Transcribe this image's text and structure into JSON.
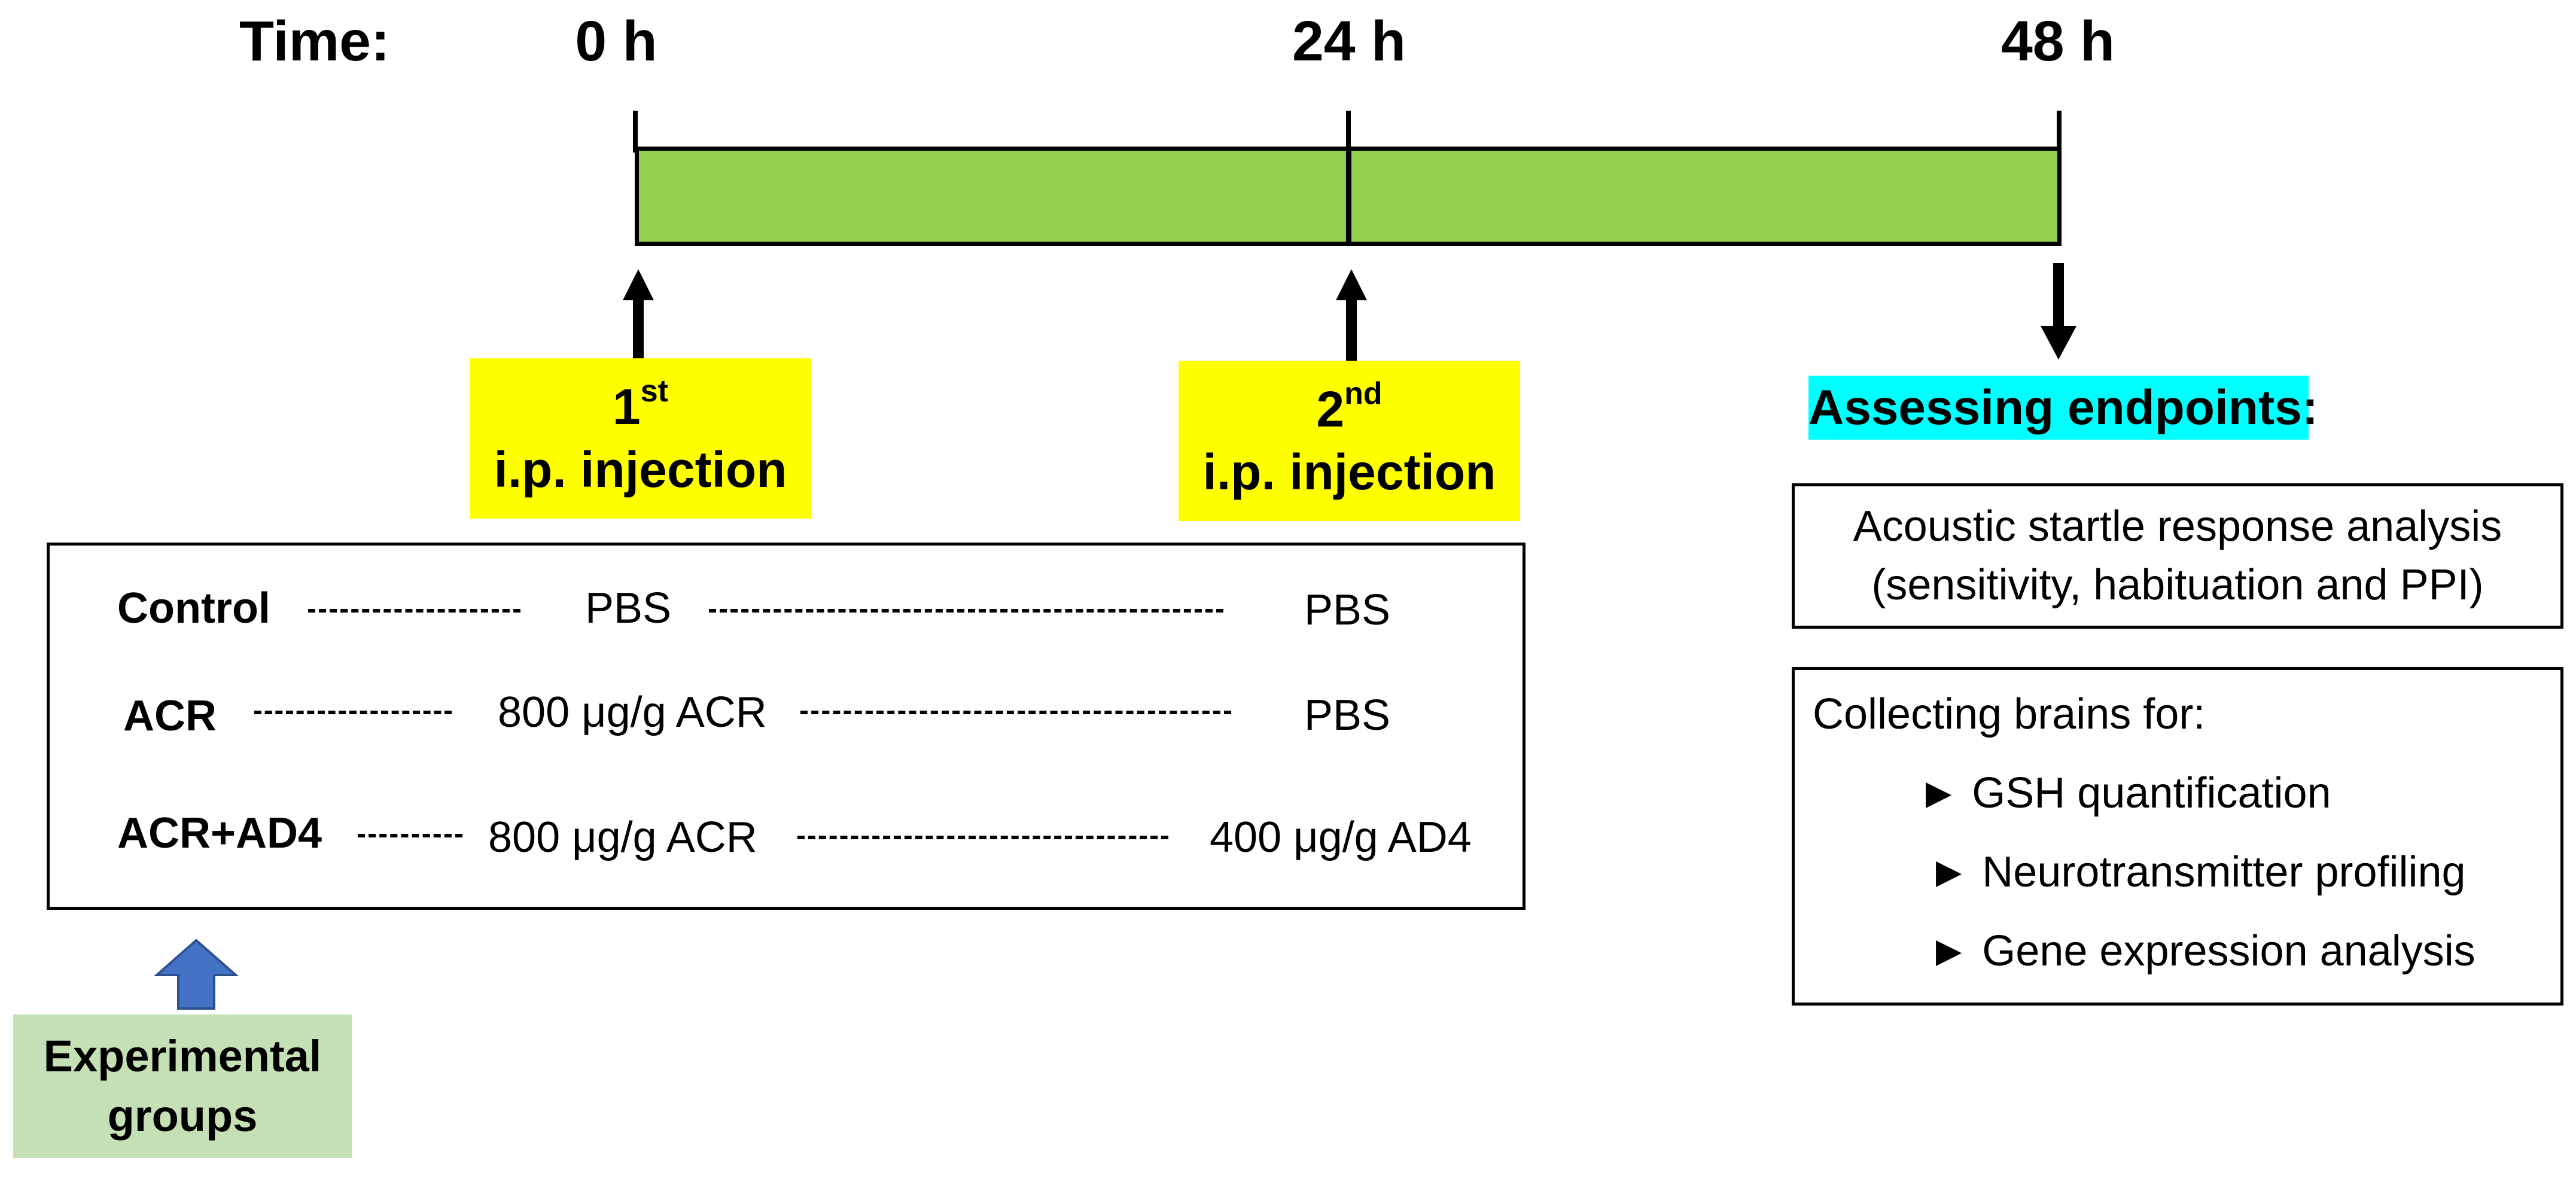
{
  "timeline": {
    "time_label": "Time:",
    "ticks": [
      {
        "label": "0 h"
      },
      {
        "label": "24 h"
      },
      {
        "label": "48 h"
      }
    ],
    "bar_color": "#92d050"
  },
  "injections": {
    "first": {
      "num": "1",
      "sup": "st",
      "text": "i.p. injection"
    },
    "second": {
      "num": "2",
      "sup": "nd",
      "text": "i.p. injection"
    },
    "color": "#ffff00"
  },
  "groups": {
    "rows": [
      {
        "name": "Control",
        "first": "PBS",
        "second": "PBS"
      },
      {
        "name": "ACR",
        "first": "800 μg/g ACR",
        "second": "PBS"
      },
      {
        "name": "ACR+AD4",
        "first": "800 μg/g ACR",
        "second": "400 μg/g AD4"
      }
    ]
  },
  "experimental_groups": {
    "line1": "Experimental",
    "line2": "groups",
    "color": "#c5e0b4",
    "arrow_color": "#4472c4"
  },
  "endpoints": {
    "title": "Assessing endpoints:",
    "title_color": "#00ffff",
    "startle": {
      "line1": "Acoustic startle response analysis",
      "line2": "(sensitivity, habituation and PPI)"
    },
    "brains": {
      "heading": "Collecting brains for:",
      "items": [
        {
          "bullet": "►",
          "text": "GSH quantification"
        },
        {
          "bullet": "►",
          "text": "Neurotransmitter profiling"
        },
        {
          "bullet": "►",
          "text": "Gene expression analysis"
        }
      ]
    }
  }
}
